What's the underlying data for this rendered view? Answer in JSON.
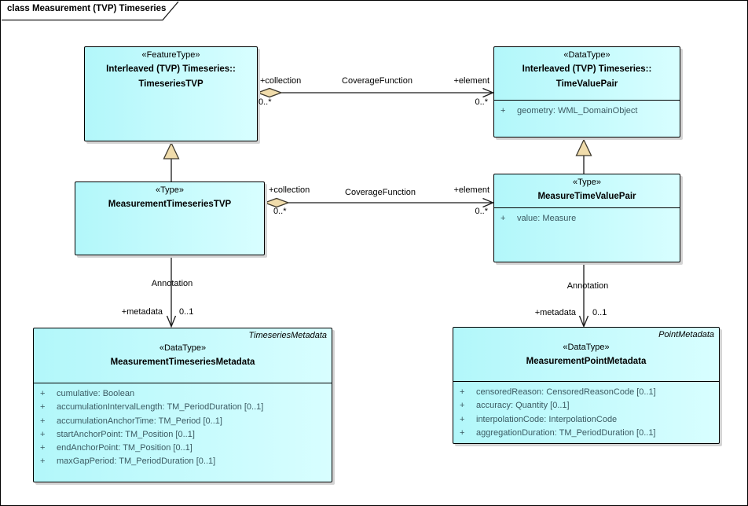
{
  "frame": {
    "title": "class Measurement (TVP) Timeseries"
  },
  "colors": {
    "class_fill_left": "#b2f7fa",
    "class_fill_right": "#d8feff",
    "class_border": "#000000",
    "class_shadow": "#d4d4d4",
    "attribute_text": "#3b5a62",
    "aggregation_diamond_fill": "#f0dcab",
    "generalization_triangle_fill": "#f0dcab",
    "connector_line": "#1a1a1a"
  },
  "classes": {
    "timeseriesTVP": {
      "stereotype": "«FeatureType»",
      "name_line1": "Interleaved (TVP) Timeseries::",
      "name_line2": "TimeseriesTVP"
    },
    "timeValuePair": {
      "stereotype": "«DataType»",
      "name_line1": "Interleaved (TVP) Timeseries::",
      "name_line2": "TimeValuePair",
      "attributes": [
        {
          "vis": "+",
          "text": "geometry: WML_DomainObject"
        }
      ]
    },
    "measurementTimeseriesTVP": {
      "stereotype": "«Type»",
      "name_line2": "MeasurementTimeseriesTVP"
    },
    "measureTimeValuePair": {
      "stereotype": "«Type»",
      "name_line2": "MeasureTimeValuePair",
      "attributes": [
        {
          "vis": "+",
          "text": "value: Measure"
        }
      ]
    },
    "measurementTimeseriesMetadata": {
      "corner_label": "TimeseriesMetadata",
      "stereotype": "«DataType»",
      "name_line2": "MeasurementTimeseriesMetadata",
      "attributes": [
        {
          "vis": "+",
          "text": "cumulative: Boolean"
        },
        {
          "vis": "+",
          "text": "accumulationIntervalLength: TM_PeriodDuration [0..1]"
        },
        {
          "vis": "+",
          "text": "accumulationAnchorTime: TM_Period [0..1]"
        },
        {
          "vis": "+",
          "text": "startAnchorPoint: TM_Position [0..1]"
        },
        {
          "vis": "+",
          "text": "endAnchorPoint: TM_Position [0..1]"
        },
        {
          "vis": "+",
          "text": "maxGapPeriod: TM_PeriodDuration [0..1]"
        }
      ]
    },
    "measurementPointMetadata": {
      "corner_label": "PointMetadata",
      "stereotype": "«DataType»",
      "name_line2": "MeasurementPointMetadata",
      "attributes": [
        {
          "vis": "+",
          "text": "censoredReason: CensoredReasonCode [0..1]"
        },
        {
          "vis": "+",
          "text": "accuracy: Quantity [0..1]"
        },
        {
          "vis": "+",
          "text": "interpolationCode: InterpolationCode"
        },
        {
          "vis": "+",
          "text": "aggregationDuration: TM_PeriodDuration [0..1]"
        }
      ]
    }
  },
  "connectors": {
    "coverageTop": {
      "name": "CoverageFunction",
      "source_role": "+collection",
      "source_mult": "0..*",
      "target_role": "+element",
      "target_mult": "0..*"
    },
    "coverageMiddle": {
      "name": "CoverageFunction",
      "source_role": "+collection",
      "source_mult": "0..*",
      "target_role": "+element",
      "target_mult": "0..*"
    },
    "annotationLeft": {
      "name": "Annotation",
      "target_role": "+metadata",
      "target_mult": "0..1"
    },
    "annotationRight": {
      "name": "Annotation",
      "target_role": "+metadata",
      "target_mult": "0..1"
    }
  }
}
